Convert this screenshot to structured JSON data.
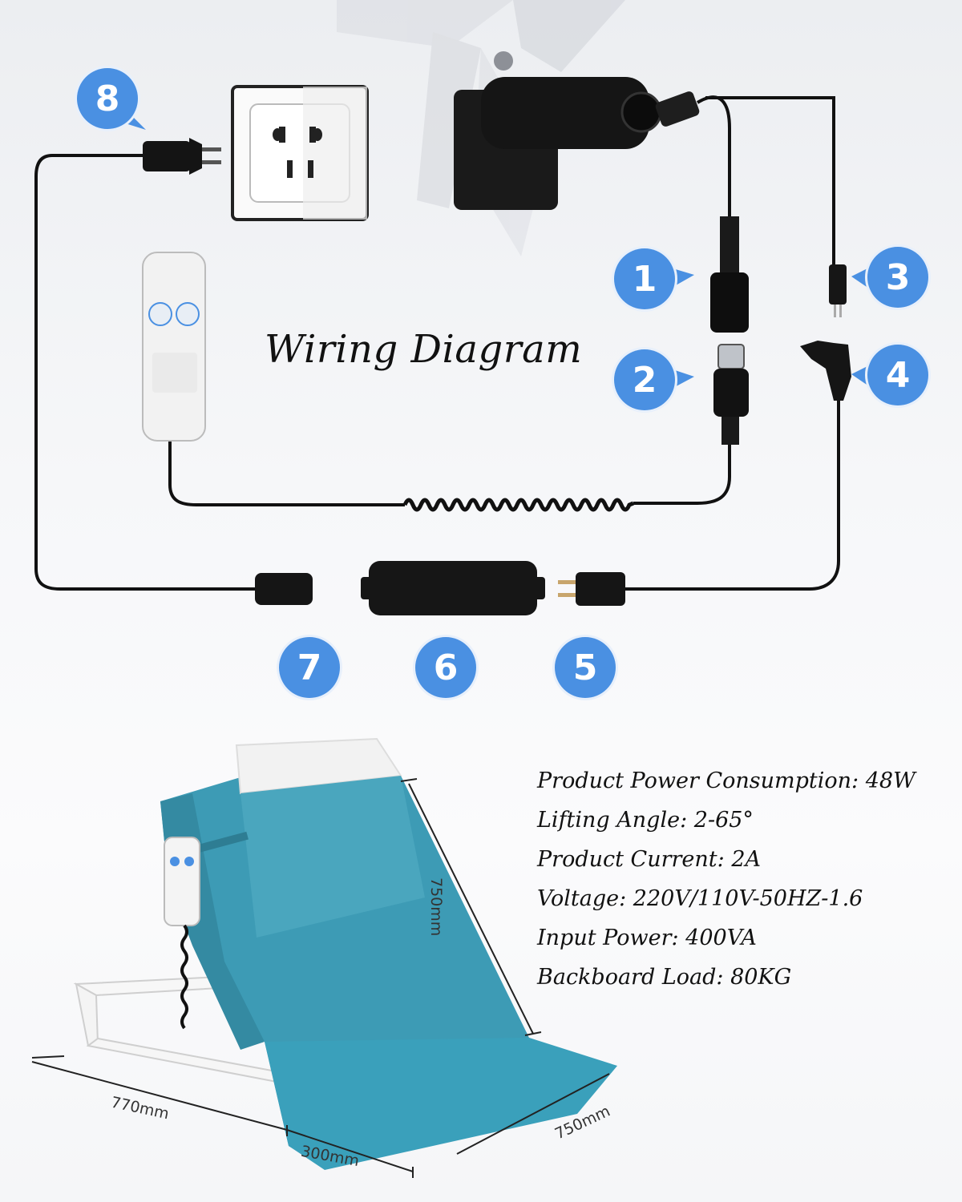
{
  "title": "Wiring Diagram",
  "badges": [
    "1",
    "2",
    "3",
    "4",
    "5",
    "6",
    "7",
    "8"
  ],
  "specs": [
    "Product Power Consumption: 48W",
    "Lifting Angle: 2-65°",
    "Product Current: 2A",
    "Voltage: 220V/110V-50HZ-1.6",
    "Input Power: 400VA",
    "Backboard Load: 80KG"
  ],
  "dimensions": {
    "height": "750mm",
    "length": "770mm",
    "section": "300mm",
    "width": "750mm"
  },
  "colors": {
    "badge": "#4a90e2",
    "cushion": "#3d9bb5",
    "cable": "#111111"
  }
}
